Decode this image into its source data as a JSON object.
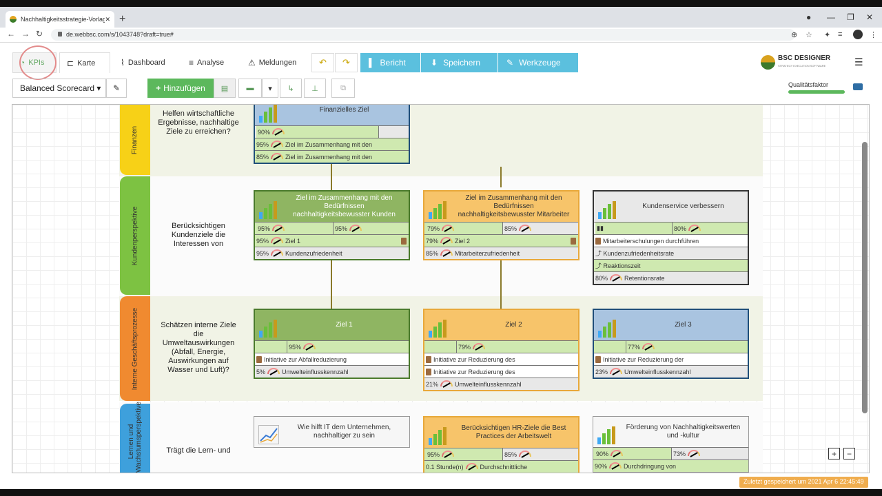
{
  "browser": {
    "tab_title": "Nachhaltigkeitsstrategie-Vorlage",
    "url": "de.webbsc.com/s/1043748?draft=true#"
  },
  "toolbar": {
    "kpis": "KPIs",
    "karte": "Karte",
    "dashboard": "Dashboard",
    "analyse": "Analyse",
    "meldungen": "Meldungen",
    "bericht": "Bericht",
    "speichern": "Speichern",
    "werkzeuge": "Werkzeuge"
  },
  "logo": {
    "name": "BSC DESIGNER",
    "tagline": "STRATEGY EXECUTION SOFTWARE"
  },
  "controls": {
    "scorecard": "Balanced Scorecard",
    "add": "Hinzufügen",
    "quality": "Qualitätsfaktor"
  },
  "perspectives": [
    {
      "name": "Finanzen",
      "desc": "Helfen wirtschaftliche Ergebnisse, nachhaltige Ziele zu erreichen?",
      "color": "#f7d117"
    },
    {
      "name": "Kundenperspektive",
      "desc": "Berücksichtigen Kundenziele die Interessen von",
      "color": "#7dc242"
    },
    {
      "name": "Interne Geschäftsprozesse",
      "desc": "Schätzen interne Ziele die Umweltauswirkungen (Abfall, Energie, Auswirkungen auf Wasser und Luft)?",
      "color": "#f08a30"
    },
    {
      "name": "Lernen und Wachstumsperspektive",
      "desc": "Trägt die Lern- und",
      "color": "#3ea0dc"
    }
  ],
  "goals": {
    "fin": {
      "title": "Finanzielles Ziel",
      "r1": "90%",
      "r2p": "95%",
      "r2": "Ziel im Zusammenhang mit den",
      "r3p": "85%",
      "r3": "Ziel im Zusammenhang mit den"
    },
    "k1": {
      "title": "Ziel im Zusammenhang mit den Bedürfnissen nachhaltigkeitsbewusster Kunden",
      "a": "95%",
      "b": "95%",
      "r2p": "95%",
      "r2": "Ziel 1",
      "r3p": "95%",
      "r3": "Kundenzufriedenheit"
    },
    "k2": {
      "title": "Ziel im Zusammenhang mit den Bedürfnissen nachhaltigkeitsbewusster Mitarbeiter",
      "a": "79%",
      "b": "85%",
      "r2p": "79%",
      "r2": "Ziel 2",
      "r3p": "85%",
      "r3": "Mitarbeiterzufriedenheit"
    },
    "k3": {
      "title": "Kundenservice verbessern",
      "a": "80%",
      "r2": "Mitarbeiterschulungen durchführen",
      "r3": "Kundenzufriedenheitsrate",
      "r4": "Reaktionszeit",
      "r5p": "80%",
      "r5": "Retentionsrate"
    },
    "z1": {
      "title": "Ziel 1",
      "a": "95%",
      "r2": "Initiative zur Abfallreduzierung",
      "r3p": "5%",
      "r3": "Umwelteinflusskennzahl"
    },
    "z2": {
      "title": "Ziel 2",
      "a": "79%",
      "r2": "Initiative zur Reduzierung des",
      "r3": "Initiative zur Reduzierung des",
      "r4p": "21%",
      "r4": "Umwelteinflusskennzahl"
    },
    "z3": {
      "title": "Ziel 3",
      "a": "77%",
      "r2": "Initiative zur Reduzierung der",
      "r3p": "23%",
      "r3": "Umwelteinflusskennzahl"
    },
    "l1": {
      "title": "Wie hilft IT dem Unternehmen, nachhaltiger zu sein"
    },
    "l2": {
      "title": "Berücksichtigen HR-Ziele die Best Practices der Arbeitswelt",
      "a": "95%",
      "b": "85%",
      "r2p": "0.1 Stunde(n)",
      "r2": "Durchschnittliche"
    },
    "l3": {
      "title": "Förderung von Nachhaltigkeitswerten und -kultur",
      "a": "90%",
      "b": "73%",
      "r2p": "90%",
      "r2": "Durchdringung von"
    }
  },
  "status": "Zuletzt gespeichert um 2021 Apr 6 22:45:49"
}
